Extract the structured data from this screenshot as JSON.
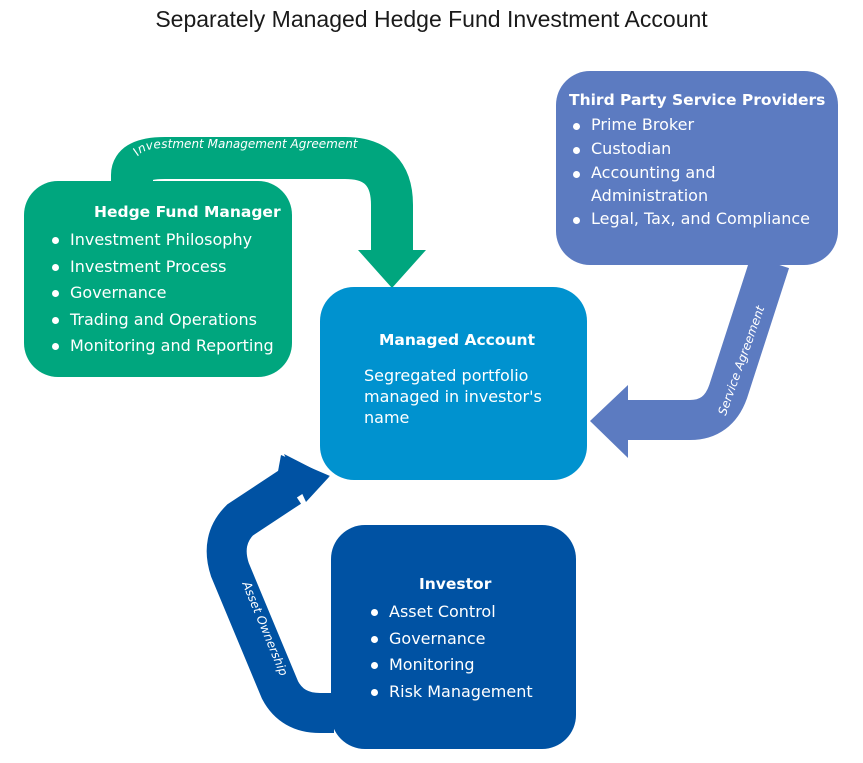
{
  "title": "Separately Managed Hedge Fund Investment Account",
  "colors": {
    "hedge_fund_manager": "#00a67e",
    "third_party": "#5c7bc1",
    "managed_account": "#0092cf",
    "investor": "#0052a3"
  },
  "hedge_fund_manager": {
    "heading": "Hedge Fund Manager",
    "items": [
      "Investment Philosophy",
      "Investment Process",
      "Governance",
      "Trading and Operations",
      "Monitoring and Reporting"
    ]
  },
  "third_party": {
    "heading": "Third Party Service Providers",
    "items": [
      "Prime Broker",
      "Custodian",
      "Accounting and Administration",
      "Legal, Tax, and Compliance"
    ]
  },
  "managed_account": {
    "heading": "Managed Account",
    "description": "Segregated portfolio managed in investor's name"
  },
  "investor": {
    "heading": "Investor",
    "items": [
      "Asset Control",
      "Governance",
      "Monitoring",
      "Risk Management"
    ]
  },
  "arrows": {
    "investment_management": "Investment Management Agreement",
    "service": "Service Agreement",
    "asset_ownership": "Asset Ownership"
  }
}
